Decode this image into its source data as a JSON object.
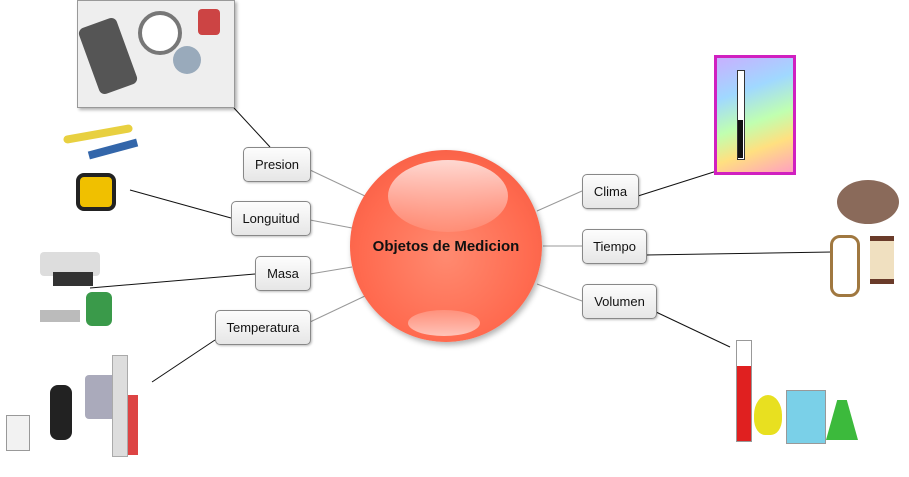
{
  "center": {
    "title": "Objetos de Medicion",
    "color": "#ff6a4f"
  },
  "left_nodes": [
    {
      "label": "Presion",
      "image": "pressure-gauges-image"
    },
    {
      "label": "Longuitud",
      "image": "tape-measure-image"
    },
    {
      "label": "Masa",
      "image": "scales-image"
    },
    {
      "label": "Temperatura",
      "image": "thermometers-image"
    }
  ],
  "right_nodes": [
    {
      "label": "Clima",
      "image": "thermometer-chart-image"
    },
    {
      "label": "Tiempo",
      "image": "sundial-hourglass-image"
    },
    {
      "label": "Volumen",
      "image": "lab-glassware-image"
    }
  ]
}
